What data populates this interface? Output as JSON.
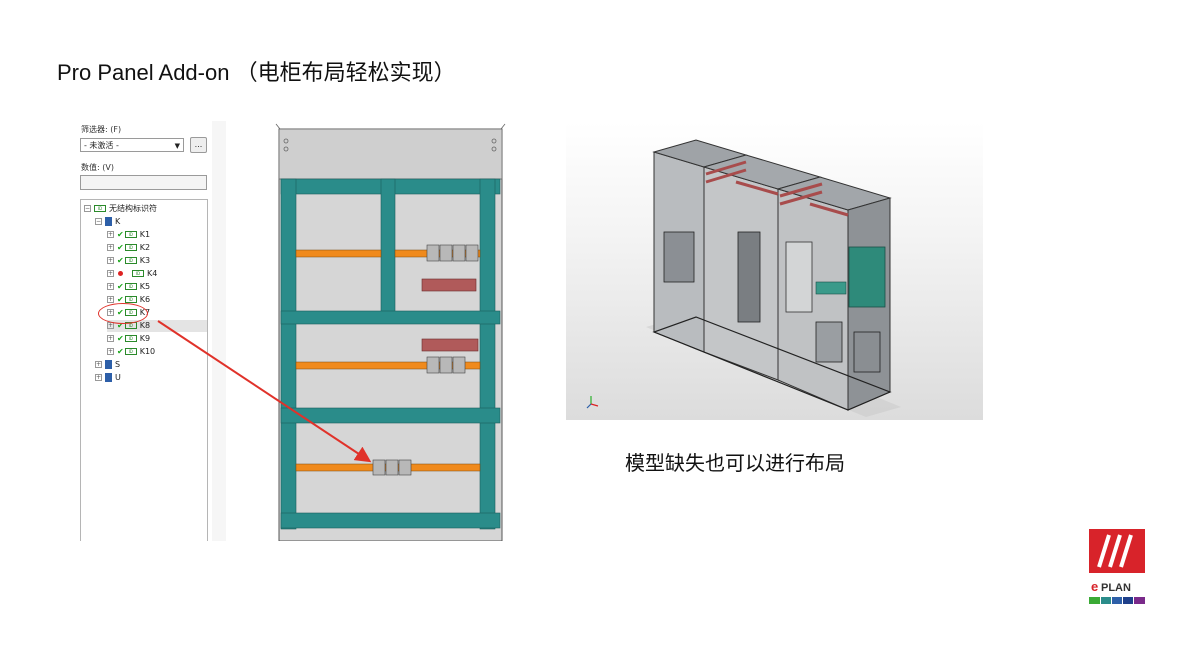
{
  "slide": {
    "title": "Pro Panel Add-on （电柜布局轻松实现）",
    "caption": "模型缺失也可以进行布局"
  },
  "navigator": {
    "filter_label": "筛选器: (F)",
    "filter_value": "- 未激活 -",
    "filter_button_label": "...",
    "value_label": "数值: (V)",
    "value_field": "",
    "tree": [
      {
        "label": "无结构标识符",
        "level": 0,
        "kind": "root"
      },
      {
        "label": "K",
        "level": 1,
        "kind": "folder"
      },
      {
        "label": "K1",
        "level": 2,
        "kind": "placed"
      },
      {
        "label": "K2",
        "level": 2,
        "kind": "placed"
      },
      {
        "label": "K3",
        "level": 2,
        "kind": "placed"
      },
      {
        "label": "K4",
        "level": 2,
        "kind": "error"
      },
      {
        "label": "K5",
        "level": 2,
        "kind": "placed"
      },
      {
        "label": "K6",
        "level": 2,
        "kind": "placed"
      },
      {
        "label": "K7",
        "level": 2,
        "kind": "placed"
      },
      {
        "label": "K8",
        "level": 2,
        "kind": "selected"
      },
      {
        "label": "K9",
        "level": 2,
        "kind": "placed"
      },
      {
        "label": "K10",
        "level": 2,
        "kind": "placed"
      },
      {
        "label": "S",
        "level": 1,
        "kind": "folder"
      },
      {
        "label": "U",
        "level": 1,
        "kind": "folder"
      }
    ]
  },
  "brand": {
    "logo_text": "ePLAN",
    "colors": {
      "accent_red": "#d8232a",
      "rail_orange": "#f08a1c",
      "frame_teal": "#2a8c8a",
      "annotation_red": "#e0322a"
    }
  },
  "icons": {
    "checked": "check-icon",
    "error": "red-dot-icon",
    "expand": "plus-box-icon",
    "folder": "folder-icon"
  }
}
